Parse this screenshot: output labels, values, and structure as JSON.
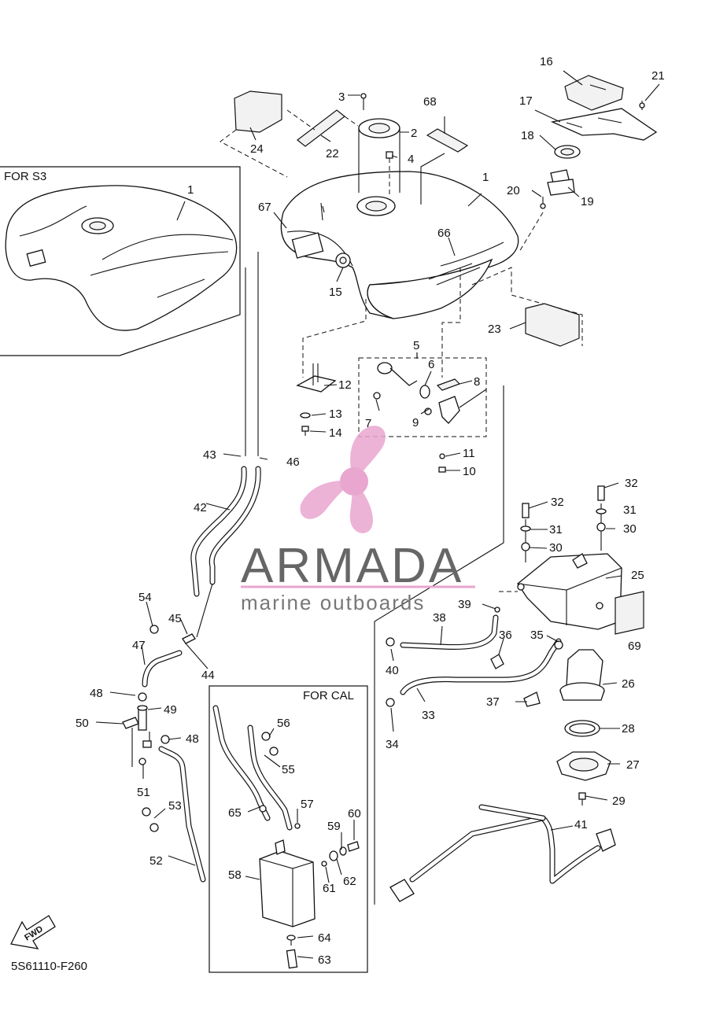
{
  "diagram": {
    "code": "5S61110-F260",
    "inset_s3_title": "FOR S3",
    "inset_cal_title": "FOR CAL",
    "fwd_label": "FWD"
  },
  "watermark": {
    "brand": "ARMADA",
    "tagline": "marine outboards",
    "accent_color": "#e9a6cf",
    "text_color": "#666666"
  },
  "labels": [
    "1",
    "1",
    "2",
    "3",
    "4",
    "5",
    "6",
    "7",
    "8",
    "9",
    "10",
    "11",
    "12",
    "13",
    "14",
    "15",
    "16",
    "17",
    "18",
    "19",
    "20",
    "21",
    "22",
    "23",
    "24",
    "25",
    "26",
    "27",
    "28",
    "29",
    "30",
    "30",
    "31",
    "31",
    "32",
    "32",
    "33",
    "34",
    "35",
    "36",
    "37",
    "38",
    "39",
    "40",
    "41",
    "42",
    "43",
    "44",
    "45",
    "46",
    "47",
    "48",
    "48",
    "49",
    "50",
    "51",
    "52",
    "53",
    "54",
    "55",
    "56",
    "57",
    "58",
    "59",
    "60",
    "61",
    "62",
    "63",
    "64",
    "65",
    "66",
    "67",
    "68",
    "69"
  ]
}
